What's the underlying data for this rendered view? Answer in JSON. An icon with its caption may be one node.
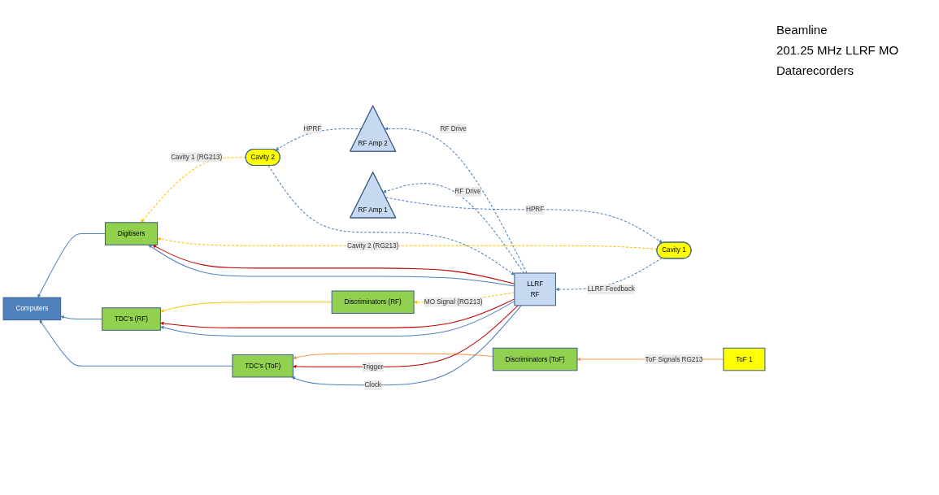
{
  "diagram": {
    "nodes": [
      {
        "text": [
          "Computers"
        ]
      },
      {
        "text": [
          "Digitisers"
        ]
      },
      {
        "text": [
          "TDC’s (RF)"
        ]
      },
      {
        "text": [
          "Discriminators (RF)"
        ]
      },
      {
        "text": [
          "TDC’s (ToF)"
        ]
      },
      {
        "text": [
          "Discriminators (ToF)"
        ]
      },
      {
        "text": [
          "ToF 1"
        ]
      },
      {
        "text": [
          "Cavity 1"
        ]
      },
      {
        "text": [
          "Cavity 2"
        ]
      },
      {
        "text": [
          "RF Amp 1"
        ]
      },
      {
        "text": [
          "RF Amp 2"
        ]
      },
      {
        "text": [
          "LLRF",
          "RF"
        ]
      }
    ],
    "edges": [
      {
        "from": 1,
        "to": 0,
        "arrow": "to"
      },
      {
        "from": 2,
        "to": 0,
        "arrow": "to"
      },
      {
        "from": 4,
        "to": 0,
        "arrow": "to"
      },
      {
        "from": 8,
        "to": 1,
        "arrow": "to",
        "label": "Cavity 1 (RG213)",
        "style": "dashed",
        "color": "#ffc000"
      },
      {
        "from": 7,
        "to": 1,
        "arrow": "to",
        "label": "Cavity 2 (RG213)",
        "style": "dashed",
        "color": "#ffc000"
      },
      {
        "from": 11,
        "to": 1,
        "arrow": "to",
        "color": "#c00000"
      },
      {
        "from": 11,
        "to": 1,
        "arrow": "to"
      },
      {
        "from": 6,
        "to": 5,
        "arrow": "to",
        "label": "ToF Signals RG213",
        "color": "#f79646"
      },
      {
        "from": 11,
        "to": 3,
        "arrow": "to",
        "label": "MO Signal (RG213)",
        "style": "dashed",
        "color": "#ffc000"
      },
      {
        "from": 3,
        "to": 2,
        "arrow": "to",
        "color": "#ffc000"
      },
      {
        "from": 5,
        "to": 4,
        "arrow": "to",
        "color": "#f79646"
      },
      {
        "from": 11,
        "to": 2,
        "arrow": "to",
        "color": "#c00000"
      },
      {
        "from": 11,
        "to": 2,
        "arrow": "to"
      },
      {
        "from": 11,
        "to": 4,
        "arrow": "to",
        "label": "Trigger",
        "color": "#c00000"
      },
      {
        "from": 11,
        "to": 4,
        "arrow": "to",
        "label": "Clock"
      },
      {
        "from": 9,
        "to": 7,
        "arrow": "to",
        "label": "HPRF",
        "style": "dashed"
      },
      {
        "from": 10,
        "to": 8,
        "arrow": "to",
        "label": "HPRF",
        "style": "dashed"
      },
      {
        "from": 7,
        "to": 11,
        "arrow": "to",
        "label": "LLRF Feedback",
        "style": "dashed"
      },
      {
        "from": 8,
        "to": 11,
        "arrow": "to",
        "style": "dashed"
      },
      {
        "from": 11,
        "to": 9,
        "arrow": "to",
        "label": "RF Drive",
        "style": "dashed"
      },
      {
        "from": 11,
        "to": 10,
        "arrow": "to",
        "label": "RF Drive",
        "style": "dashed"
      }
    ],
    "labels": [
      "Beamline",
      "201.25 MHz LLRF MO",
      "Datarecorders"
    ]
  }
}
